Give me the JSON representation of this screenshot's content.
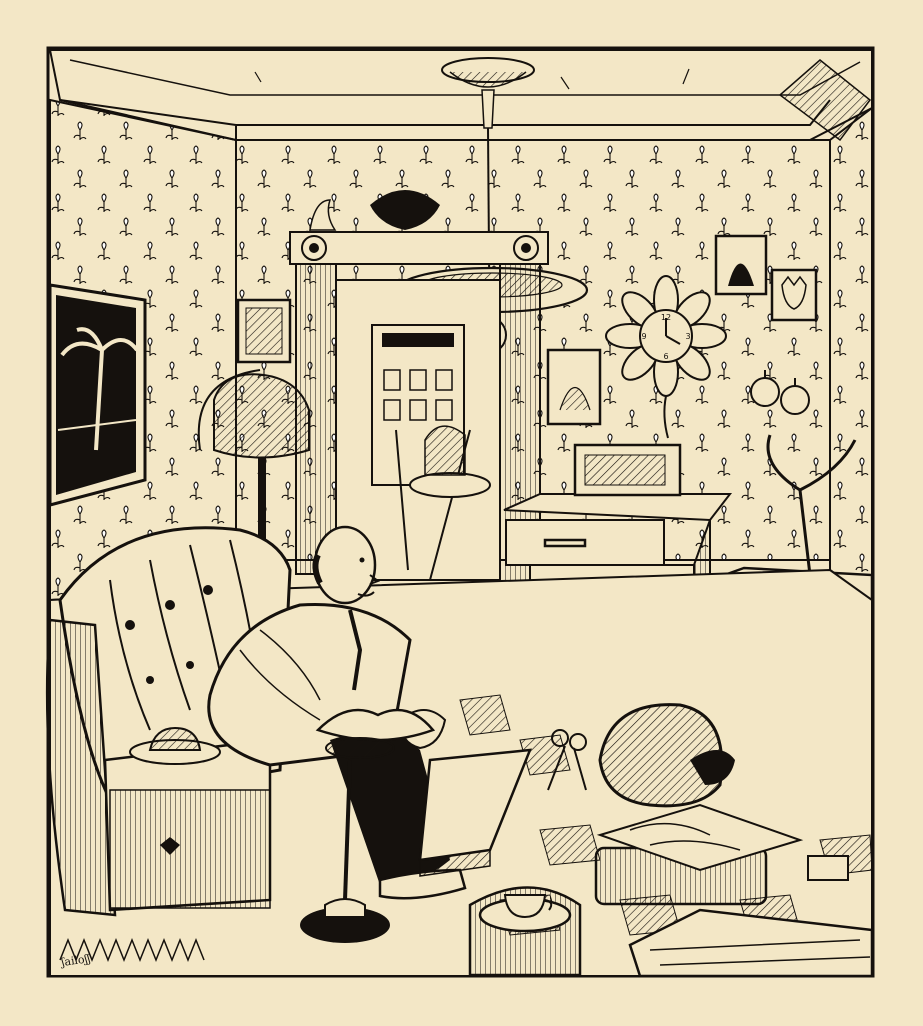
{
  "image": {
    "kind": "pen-and-ink illustration",
    "description_free": true
  },
  "colors": {
    "paper": "#f3e7c6",
    "paper_shade": "#ead9b0",
    "ink": "#15110d",
    "ink_soft": "#3b3227"
  },
  "signature": {
    "text": "ʃailoʃʃ"
  },
  "clock": {
    "numerals": [
      "12",
      "3",
      "6",
      "9"
    ]
  }
}
